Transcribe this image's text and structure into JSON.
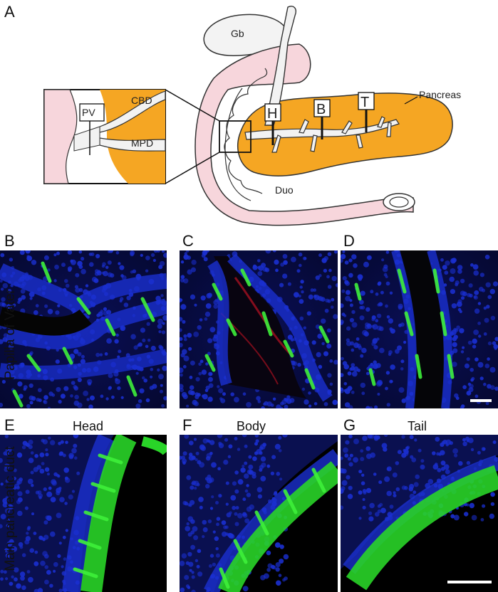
{
  "panel_A": {
    "letter": "A",
    "labels": {
      "gb": "Gb",
      "pancreas": "Pancreas",
      "duo": "Duo",
      "cbd": "CBD",
      "mpd": "MPD",
      "pv": "PV",
      "h": "H",
      "b": "B",
      "t": "T"
    },
    "colors": {
      "pancreas": "#f5a623",
      "duodenum": "#f7d6dc",
      "ducts": "#f2f2f2",
      "outline": "#333333"
    }
  },
  "micrographs": {
    "row1": {
      "side_label": "Papilla of Vater",
      "panels": [
        {
          "letter": "B",
          "title": ""
        },
        {
          "letter": "C",
          "title": ""
        },
        {
          "letter": "D",
          "title": ""
        }
      ]
    },
    "row2": {
      "side_label": "Main pancreatic duct",
      "panels": [
        {
          "letter": "E",
          "title": "Head"
        },
        {
          "letter": "F",
          "title": "Body"
        },
        {
          "letter": "G",
          "title": "Tail"
        }
      ]
    },
    "colors": {
      "nuclei": "#1a2fd0",
      "marker_green": "#3ef03a",
      "marker_red": "#d21e2a",
      "background": "#000000",
      "scale_bar": "#ffffff"
    }
  }
}
